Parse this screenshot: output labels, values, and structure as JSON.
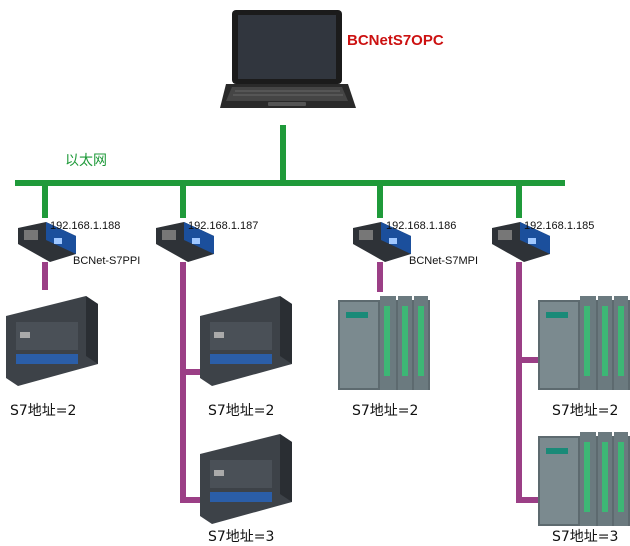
{
  "colors": {
    "ethernet": "#1f9a3a",
    "serial": "#9b3f86",
    "title": "#cc1111",
    "ethernet_label": "#1f9a3a"
  },
  "title": "BCNetS7OPC",
  "network_label": "以太网",
  "gateways": [
    {
      "ip": "192.168.1.188",
      "module": "BCNet-S7PPI"
    },
    {
      "ip": "192.168.1.187",
      "module": ""
    },
    {
      "ip": "192.168.1.186",
      "module": "BCNet-S7MPI"
    },
    {
      "ip": "192.168.1.185",
      "module": ""
    }
  ],
  "plc_labels": {
    "g1_a": "S7地址=2",
    "g2_a": "S7地址=2",
    "g2_b": "S7地址=3",
    "g3_a": "S7地址=2",
    "g4_a": "S7地址=2",
    "g4_b": "S7地址=3"
  },
  "icons": {
    "computer": "laptop-icon",
    "gateway": "gateway-adapter-icon",
    "s7_200": "plc-s7-200-icon",
    "s7_300": "plc-s7-300-icon"
  }
}
